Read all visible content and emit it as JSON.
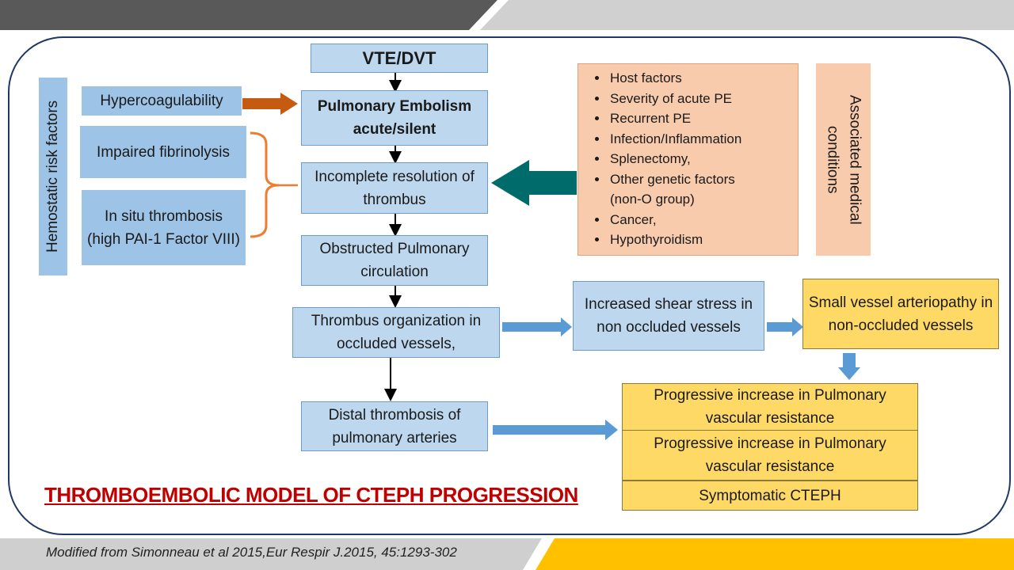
{
  "diagram": {
    "vte_dvt": "VTE/DVT",
    "pulmonary_embolism": "Pulmonary Embolism acute/silent",
    "incomplete_resolution": "Incomplete resolution of thrombus",
    "obstructed_circulation": "Obstructed Pulmonary circulation",
    "thrombus_organization": "Thrombus organization in occluded vessels,",
    "distal_thrombosis": "Distal thrombosis of pulmonary arteries",
    "shear_stress": "Increased shear stress in non occluded vessels",
    "small_vessel": "Small vessel arteriopathy in non-occluded vessels",
    "progressive_1": "Progressive increase in Pulmonary vascular resistance",
    "progressive_2": "Progressive increase in Pulmonary vascular resistance",
    "symptomatic": "Symptomatic CTEPH",
    "hemostatic_label": "Hemostatic risk factors",
    "hypercoagulability": "Hypercoagulability",
    "impaired_fibrinolysis": "Impaired fibrinolysis",
    "in_situ_thrombosis": "In situ thrombosis (high PAI-1 Factor VIII)",
    "associated_label": "Associated medical conditions",
    "conditions": [
      "Host factors",
      "Severity of acute PE",
      "Recurrent PE",
      "Infection/Inflammation",
      "Splenectomy,",
      "Other genetic factors",
      "(non-O group)",
      "Cancer,",
      "Hypothyroidism"
    ]
  },
  "title": "THROMBOEMBOLIC MODEL OF CTEPH PROGRESSION",
  "footer": "Modified from Simonneau et al 2015,Eur Respir J.2015, 45:1293-302",
  "colors": {
    "blue_box": "#bdd7ee",
    "light_blue_box": "#9dc3e6",
    "yellow_box": "#ffd966",
    "peach_box": "#f8cbad",
    "title_red": "#c00000",
    "teal_arrow": "#006b6b",
    "orange_arrow": "#c55a11",
    "blue_arrow": "#5b9bd5",
    "footer_yellow": "#ffc000"
  }
}
